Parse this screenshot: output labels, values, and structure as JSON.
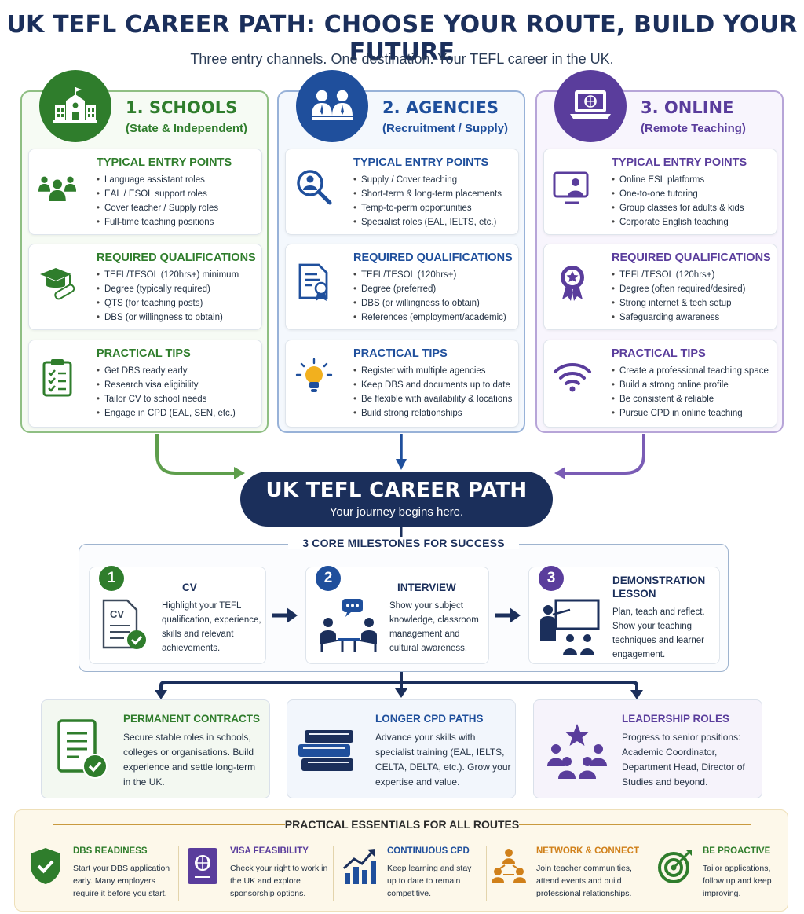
{
  "title": "UK TEFL CAREER PATH: CHOOSE YOUR ROUTE, BUILD YOUR FUTURE",
  "subtitle": "Three entry channels. One destination. Your TEFL career in the UK.",
  "colors": {
    "navy": "#1b2f5b",
    "green": "#2f7d2c",
    "blue": "#1f4f9c",
    "purple": "#5a3d9c",
    "orange": "#d0801a"
  },
  "routes": [
    {
      "title": "1. SCHOOLS",
      "subtitle": "(State & Independent)",
      "icon": "school-building-icon",
      "entry": {
        "heading": "TYPICAL ENTRY POINTS",
        "icon": "people-group-icon",
        "items": [
          "Language assistant roles",
          "EAL / ESOL support roles",
          "Cover teacher / Supply roles",
          "Full-time teaching positions"
        ]
      },
      "qualifications": {
        "heading": "REQUIRED QUALIFICATIONS",
        "icon": "graduation-cap-icon",
        "items": [
          "TEFL/TESOL (120hrs+) minimum",
          "Degree (typically required)",
          "QTS (for teaching posts)",
          "DBS (or willingness to obtain)"
        ]
      },
      "tips": {
        "heading": "PRACTICAL TIPS",
        "icon": "clipboard-checklist-icon",
        "items": [
          "Get DBS ready early",
          "Research visa eligibility",
          "Tailor CV to school needs",
          "Engage in CPD (EAL, SEN, etc.)"
        ]
      }
    },
    {
      "title": "2. AGENCIES",
      "subtitle": "(Recruitment / Supply)",
      "icon": "agency-people-icon",
      "entry": {
        "heading": "TYPICAL ENTRY POINTS",
        "icon": "magnifier-person-icon",
        "items": [
          "Supply / Cover teaching",
          "Short-term & long-term placements",
          "Temp-to-perm opportunities",
          "Specialist roles (EAL, IELTS, etc.)"
        ]
      },
      "qualifications": {
        "heading": "REQUIRED QUALIFICATIONS",
        "icon": "certificate-icon",
        "items": [
          "TEFL/TESOL (120hrs+)",
          "Degree (preferred)",
          "DBS (or willingness to obtain)",
          "References (employment/academic)"
        ]
      },
      "tips": {
        "heading": "PRACTICAL TIPS",
        "icon": "lightbulb-icon",
        "items": [
          "Register with multiple agencies",
          "Keep DBS and documents up to date",
          "Be flexible with availability & locations",
          "Build strong relationships"
        ]
      }
    },
    {
      "title": "3. ONLINE",
      "subtitle": "(Remote Teaching)",
      "icon": "laptop-globe-icon",
      "entry": {
        "heading": "TYPICAL ENTRY POINTS",
        "icon": "monitor-person-icon",
        "items": [
          "Online ESL platforms",
          "One-to-one tutoring",
          "Group classes for adults & kids",
          "Corporate English teaching"
        ]
      },
      "qualifications": {
        "heading": "REQUIRED QUALIFICATIONS",
        "icon": "award-ribbon-icon",
        "items": [
          "TEFL/TESOL (120hrs+)",
          "Degree (often required/desired)",
          "Strong internet & tech setup",
          "Safeguarding awareness"
        ]
      },
      "tips": {
        "heading": "PRACTICAL TIPS",
        "icon": "wifi-icon",
        "items": [
          "Create a professional teaching space",
          "Build a strong online profile",
          "Be consistent & reliable",
          "Pursue CPD in online teaching"
        ]
      }
    }
  ],
  "hub": {
    "title": "UK TEFL CAREER PATH",
    "subtitle": "Your journey begins here."
  },
  "milestones": {
    "heading": "3 CORE MILESTONES FOR SUCCESS",
    "items": [
      {
        "number": "1",
        "title": "CV",
        "text": "Highlight your TEFL qualification, experience, skills and relevant achievements.",
        "icon": "cv-document-icon",
        "icon_label": "CV"
      },
      {
        "number": "2",
        "title": "INTERVIEW",
        "text": "Show your subject knowledge, classroom management and cultural awareness.",
        "icon": "interview-people-icon"
      },
      {
        "number": "3",
        "title": "DEMONSTRATION LESSON",
        "text": "Plan, teach and reflect. Show your teaching techniques and learner engagement.",
        "icon": "teacher-board-icon"
      }
    ]
  },
  "outcomes": [
    {
      "title": "PERMANENT CONTRACTS",
      "text": "Secure stable roles in schools, colleges or organisations. Build experience and settle long-term in the UK.",
      "icon": "contract-check-icon"
    },
    {
      "title": "LONGER CPD PATHS",
      "text": "Advance your skills with specialist training (EAL, IELTS, CELTA, DELTA, etc.). Grow your expertise and value.",
      "icon": "books-icon"
    },
    {
      "title": "LEADERSHIP ROLES",
      "text": "Progress to senior positions: Academic Coordinator, Department Head, Director of Studies and beyond.",
      "icon": "leader-star-team-icon"
    }
  ],
  "essentials": {
    "heading": "PRACTICAL ESSENTIALS FOR ALL ROUTES",
    "items": [
      {
        "title": "DBS READINESS",
        "text": "Start your DBS application early. Many employers require it before you start.",
        "icon": "shield-check-icon"
      },
      {
        "title": "VISA FEASIBILITY",
        "text": "Check your right to work in the UK and explore sponsorship options.",
        "icon": "passport-icon"
      },
      {
        "title": "CONTINUOUS CPD",
        "text": "Keep learning and stay up to date to remain competitive.",
        "icon": "growth-chart-icon"
      },
      {
        "title": "NETWORK & CONNECT",
        "text": "Join teacher communities, attend events and build professional relationships.",
        "icon": "network-people-icon"
      },
      {
        "title": "BE PROACTIVE",
        "text": "Tailor applications, follow up and keep improving.",
        "icon": "target-icon"
      }
    ]
  }
}
